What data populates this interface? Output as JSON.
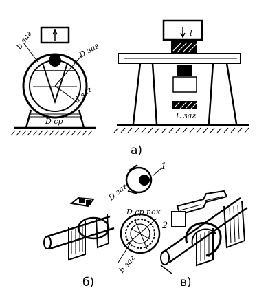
{
  "captions": {
    "a": "а)",
    "b": "б)",
    "v": "в)"
  },
  "labels": {
    "b_zag": "b зaг",
    "d_zag_left": "D зaг",
    "d_zag_small": "d зaг",
    "d_sr": "D cp",
    "l_zag": "L заг",
    "l_top": "l",
    "d_zag_ring": "D зaг",
    "d_sr_pos": "D cp пок",
    "b_zag_ring": "b зaг",
    "num_1": "1",
    "num_2": "2"
  },
  "colors": {
    "ink": "#000000",
    "paper": "#ffffff"
  }
}
